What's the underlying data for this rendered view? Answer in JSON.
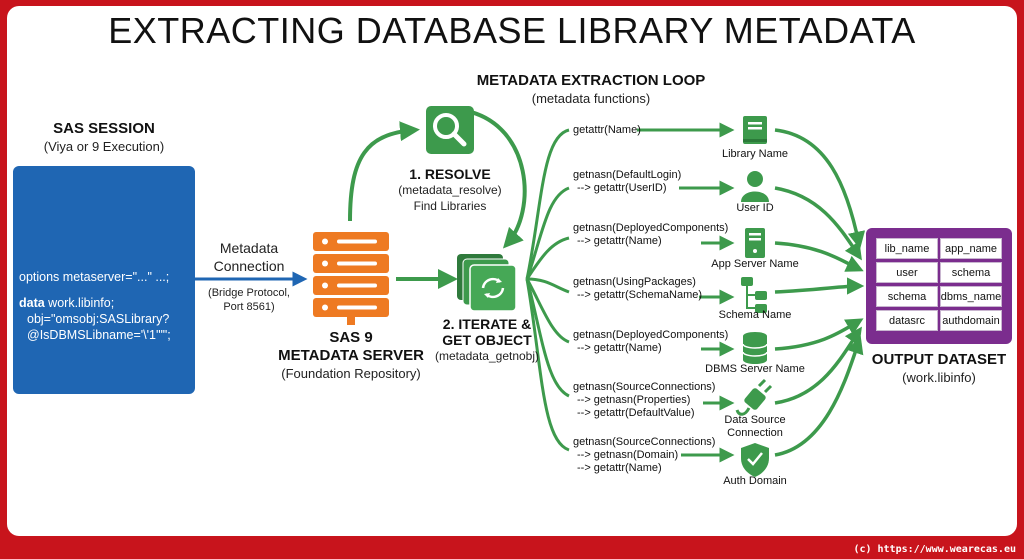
{
  "title": "EXTRACTING DATABASE LIBRARY METADATA",
  "session": {
    "heading": "SAS SESSION",
    "subheading": "(Viya or 9 Execution)",
    "code_line1": "options metaserver=\"...\" ...;",
    "code_kw": "data",
    "code_line2": " work.libinfo;",
    "code_line3": "obj=\"omsobj:SASLibrary?",
    "code_line4": "@IsDBMSLibname='\\'1'\"\";"
  },
  "connection": {
    "label1": "Metadata",
    "label2": "Connection",
    "note1": "(Bridge Protocol,",
    "note2": "Port 8561)"
  },
  "server": {
    "line1": "SAS 9",
    "line2": "METADATA SERVER",
    "line3": "(Foundation Repository)"
  },
  "resolve": {
    "title": "1. RESOLVE",
    "fn": "(metadata_resolve)",
    "desc": "Find Libraries"
  },
  "iterate": {
    "title1": "2. ITERATE &",
    "title2": "GET OBJECT",
    "fn": "(metadata_getnobj)"
  },
  "loop": {
    "title": "METADATA EXTRACTION LOOP",
    "subtitle": "(metadata functions)"
  },
  "rows": [
    {
      "lines": [
        "getattr(Name)"
      ],
      "label": "Library Name",
      "icon": "book-icon"
    },
    {
      "lines": [
        "getnasn(DefaultLogin)",
        "--> getattr(UserID)"
      ],
      "label": "User ID",
      "icon": "user-icon"
    },
    {
      "lines": [
        "getnasn(DeployedComponents)",
        "--> getattr(Name)"
      ],
      "label": "App Server Name",
      "icon": "server-tower-icon"
    },
    {
      "lines": [
        "getnasn(UsingPackages)",
        "--> getattr(SchemaName)"
      ],
      "label": "Schema Name",
      "icon": "schema-tree-icon"
    },
    {
      "lines": [
        "getnasn(DeployedComponents)",
        "--> getattr(Name)"
      ],
      "label": "DBMS Server Name",
      "icon": "database-icon"
    },
    {
      "lines": [
        "getnasn(SourceConnections)",
        "--> getnasn(Properties)",
        "--> getattr(DefaultValue)"
      ],
      "label1": "Data Source",
      "label2": "Connection",
      "icon": "plug-icon"
    },
    {
      "lines": [
        "getnasn(SourceConnections)",
        "--> getnasn(Domain)",
        "--> getattr(Name)"
      ],
      "label": "Auth Domain",
      "icon": "shield-check-icon"
    }
  ],
  "output": {
    "cells": [
      "lib_name",
      "app_name",
      "user",
      "schema",
      "schema",
      "dbms_name",
      "datasrc",
      "authdomain"
    ],
    "title": "OUTPUT DATASET",
    "subtitle": "(work.libinfo)"
  },
  "footer": "(c) https://www.wearecas.eu",
  "colors": {
    "frame": "#c8141c",
    "session_blue": "#1f66b3",
    "server_orange": "#ee7a22",
    "process_green": "#3d9a4c",
    "dataset_purple": "#7b2d8e"
  }
}
